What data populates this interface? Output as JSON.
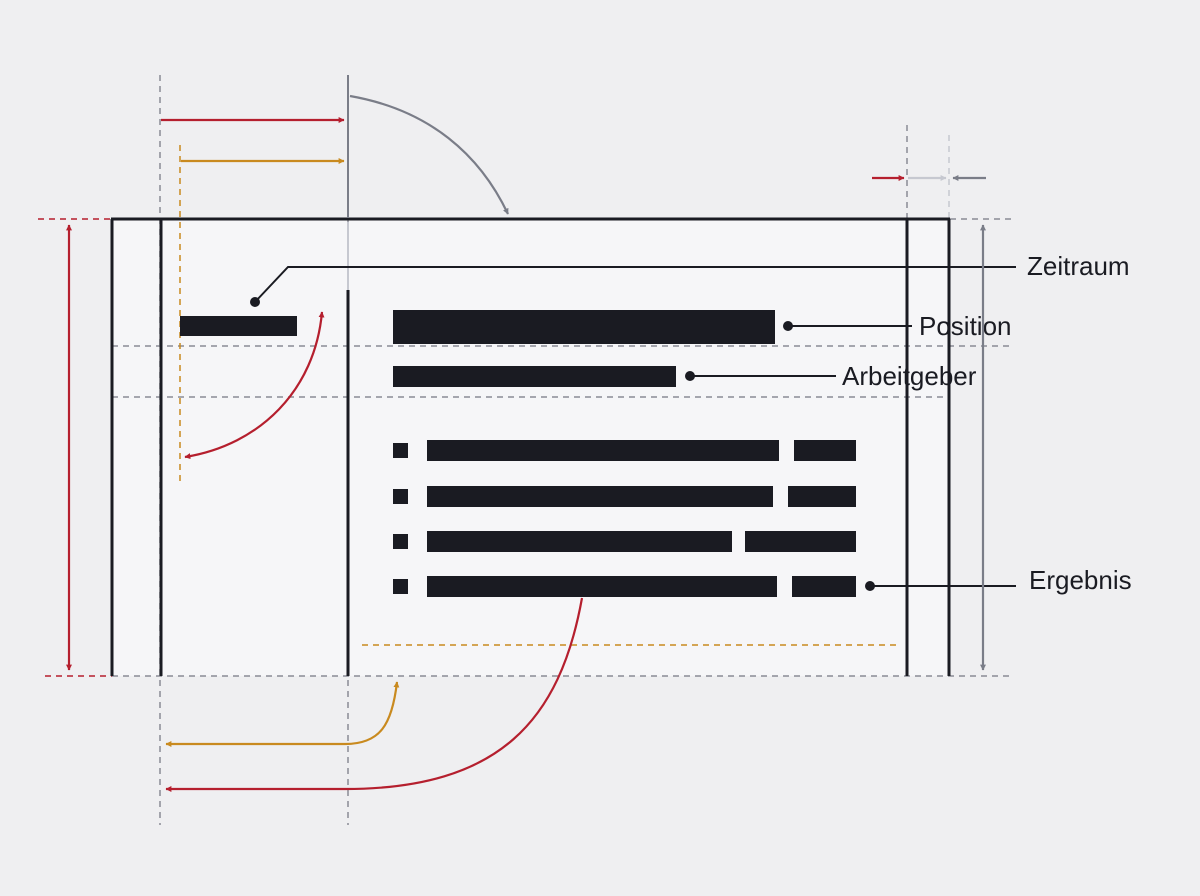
{
  "labels": {
    "zeitraum": "Zeitraum",
    "position": "Position",
    "arbeitgeber": "Arbeitgeber",
    "ergebnis": "Ergebnis"
  },
  "colors": {
    "background": "#efeff1",
    "card": "#f6f6f8",
    "ink": "#1a1b22",
    "red": "#b51f2e",
    "orange": "#c98a1f",
    "gray": "#7a7d88",
    "light_gray": "#c6c8d0",
    "guide": "#8a8c96"
  },
  "bullet_count": 4
}
